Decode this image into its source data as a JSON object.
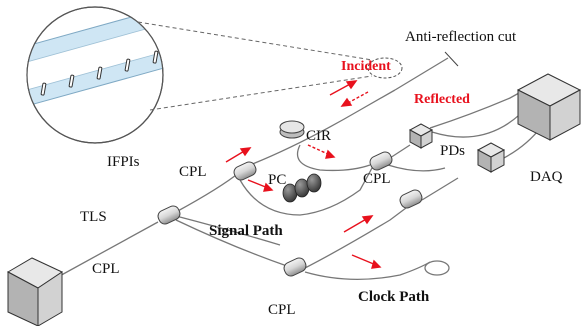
{
  "labels": {
    "anti_reflection": "Anti-reflection cut",
    "incident": "Incident",
    "reflected": "Reflected",
    "ifpis": "IFPIs",
    "cir": "CIR",
    "cpl_top": "CPL",
    "cpl_cir": "CPL",
    "cpl_left": "CPL",
    "cpl_bottom": "CPL",
    "pc": "PC",
    "pds": "PDs",
    "daq": "DAQ",
    "tls": "TLS",
    "signal_path": "Signal Path",
    "clock_path": "Clock Path"
  },
  "colors": {
    "arrow_red": "#e8111d",
    "fiber_band": "#cfe6f4",
    "fiber_core": "#ffffff",
    "box_face": "#d9d9d9"
  }
}
